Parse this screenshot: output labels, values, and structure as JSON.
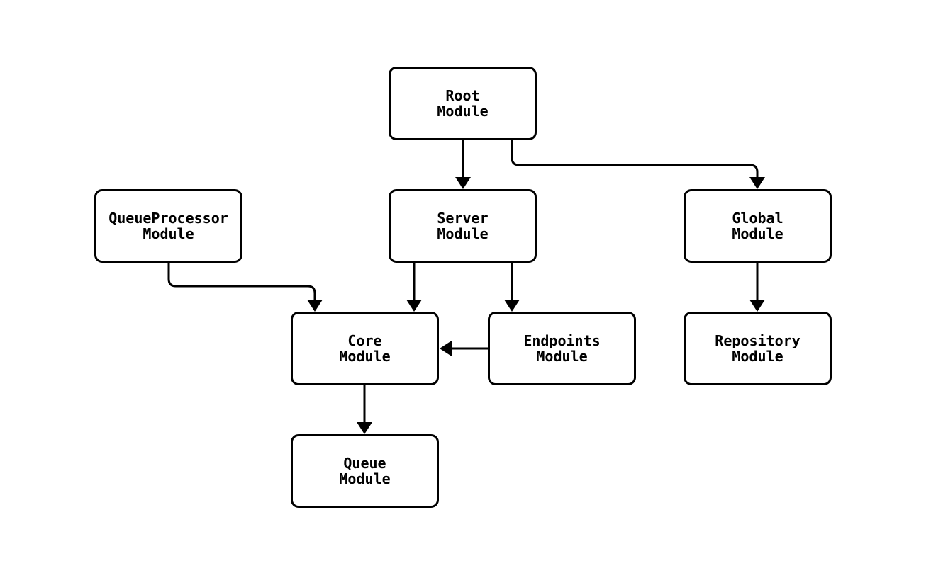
{
  "diagram": {
    "colors": {
      "background": "#ffffff",
      "node_fill": "#ffffff",
      "node_border": "#000000",
      "edge": "#000000",
      "text": "#000000"
    },
    "nodes": [
      {
        "id": "root",
        "label": "Root\nModule"
      },
      {
        "id": "queueprocessor",
        "label": "QueueProcessor\nModule"
      },
      {
        "id": "server",
        "label": "Server\nModule"
      },
      {
        "id": "global",
        "label": "Global\nModule"
      },
      {
        "id": "core",
        "label": "Core\nModule"
      },
      {
        "id": "endpoints",
        "label": "Endpoints\nModule"
      },
      {
        "id": "repository",
        "label": "Repository\nModule"
      },
      {
        "id": "queue",
        "label": "Queue\nModule"
      }
    ],
    "edges": [
      {
        "from": "root",
        "to": "server"
      },
      {
        "from": "root",
        "to": "global"
      },
      {
        "from": "queueprocessor",
        "to": "core"
      },
      {
        "from": "server",
        "to": "core"
      },
      {
        "from": "server",
        "to": "endpoints"
      },
      {
        "from": "endpoints",
        "to": "core"
      },
      {
        "from": "global",
        "to": "repository"
      },
      {
        "from": "core",
        "to": "queue"
      }
    ]
  }
}
